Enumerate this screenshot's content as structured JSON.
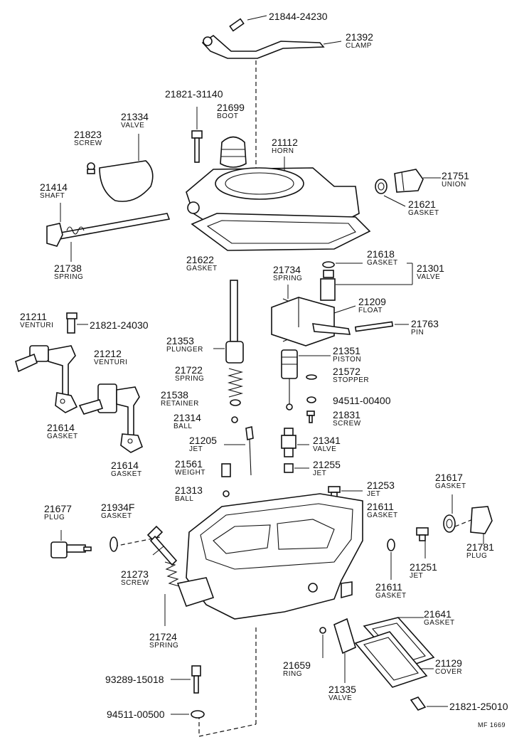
{
  "diagram_ref": "MF 1669",
  "callouts": {
    "c21844_24230": {
      "part": "21844-24230",
      "name": ""
    },
    "c21392": {
      "part": "21392",
      "name": "CLAMP"
    },
    "c21821_31140": {
      "part": "21821-31140",
      "name": ""
    },
    "c21699": {
      "part": "21699",
      "name": "BOOT"
    },
    "c21334": {
      "part": "21334",
      "name": "VALVE"
    },
    "c21823": {
      "part": "21823",
      "name": "SCREW"
    },
    "c21112": {
      "part": "21112",
      "name": "HORN"
    },
    "c21751": {
      "part": "21751",
      "name": "UNION"
    },
    "c21621": {
      "part": "21621",
      "name": "GASKET"
    },
    "c21414": {
      "part": "21414",
      "name": "SHAFT"
    },
    "c21622": {
      "part": "21622",
      "name": "GASKET"
    },
    "c21618": {
      "part": "21618",
      "name": "GASKET"
    },
    "c21301": {
      "part": "21301",
      "name": "VALVE"
    },
    "c21738": {
      "part": "21738",
      "name": "SPRING"
    },
    "c21734": {
      "part": "21734",
      "name": "SPRING"
    },
    "c21209": {
      "part": "21209",
      "name": "FLOAT"
    },
    "c21211": {
      "part": "21211",
      "name": "VENTURI"
    },
    "c21821_24030": {
      "part": "21821-24030",
      "name": ""
    },
    "c21763": {
      "part": "21763",
      "name": "PIN"
    },
    "c21353": {
      "part": "21353",
      "name": "PLUNGER"
    },
    "c21212": {
      "part": "21212",
      "name": "VENTURI"
    },
    "c21351": {
      "part": "21351",
      "name": "PISTON"
    },
    "c21722": {
      "part": "21722",
      "name": "SPRING"
    },
    "c21572": {
      "part": "21572",
      "name": "STOPPER"
    },
    "c21538": {
      "part": "21538",
      "name": "RETAINER"
    },
    "c94511_00400": {
      "part": "94511-00400",
      "name": ""
    },
    "c21831": {
      "part": "21831",
      "name": "SCREW"
    },
    "c21314": {
      "part": "21314",
      "name": "BALL"
    },
    "c21614a": {
      "part": "21614",
      "name": "GASKET"
    },
    "c21205": {
      "part": "21205",
      "name": "JET"
    },
    "c21341": {
      "part": "21341",
      "name": "VALVE"
    },
    "c21614b": {
      "part": "21614",
      "name": "GASKET"
    },
    "c21561": {
      "part": "21561",
      "name": "WEIGHT"
    },
    "c21255": {
      "part": "21255",
      "name": "JET"
    },
    "c21617": {
      "part": "21617",
      "name": "GASKET"
    },
    "c21253": {
      "part": "21253",
      "name": "JET"
    },
    "c21313": {
      "part": "21313",
      "name": "BALL"
    },
    "c21677": {
      "part": "21677",
      "name": "PLUG"
    },
    "c21934f": {
      "part": "21934F",
      "name": "GASKET"
    },
    "c21611a": {
      "part": "21611",
      "name": "GASKET"
    },
    "c21781": {
      "part": "21781",
      "name": "PLUG"
    },
    "c21251": {
      "part": "21251",
      "name": "JET"
    },
    "c21273": {
      "part": "21273",
      "name": "SCREW"
    },
    "c21611b": {
      "part": "21611",
      "name": "GASKET"
    },
    "c21641": {
      "part": "21641",
      "name": "GASKET"
    },
    "c21724": {
      "part": "21724",
      "name": "SPRING"
    },
    "c21659": {
      "part": "21659",
      "name": "RING"
    },
    "c21129": {
      "part": "21129",
      "name": "COVER"
    },
    "c93289_15018": {
      "part": "93289-15018",
      "name": ""
    },
    "c21335": {
      "part": "21335",
      "name": "VALVE"
    },
    "c94511_00500": {
      "part": "94511-00500",
      "name": ""
    },
    "c21821_25010": {
      "part": "21821-25010",
      "name": ""
    }
  }
}
